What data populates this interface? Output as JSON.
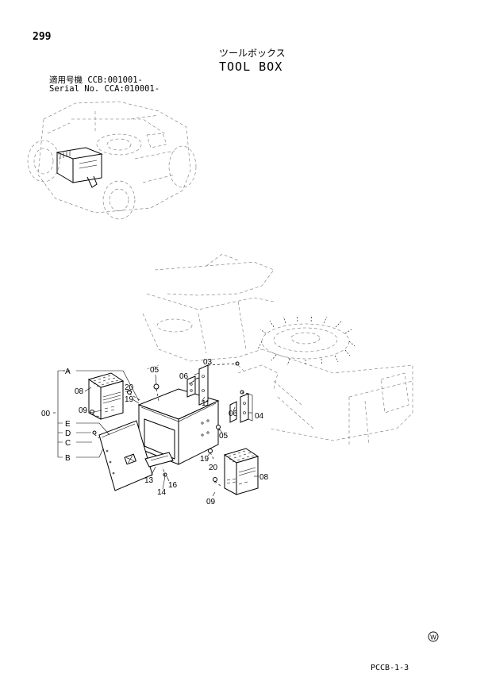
{
  "page_number": "299",
  "title_jp": "ツールボックス",
  "title_en": "TOOL BOX",
  "serial_line_1": "適用号機  CCB:001001-",
  "serial_line_2": "Serial No. CCA:010001-",
  "page_code": "PCCB-1-3",
  "mark": "W",
  "callouts": {
    "A": "A",
    "E": "E",
    "D": "D",
    "C": "C",
    "B": "B",
    "p00": "00",
    "p03": "03",
    "p04": "04",
    "p05a": "05",
    "p05b": "05",
    "p06a": "06",
    "p06b": "06",
    "p08a": "08",
    "p08b": "08",
    "p09a": "09",
    "p09b": "09",
    "p11": "11",
    "p13": "13",
    "p14": "14",
    "p16": "16",
    "p19a": "19",
    "p19b": "19",
    "p20a": "20",
    "p20b": "20"
  }
}
